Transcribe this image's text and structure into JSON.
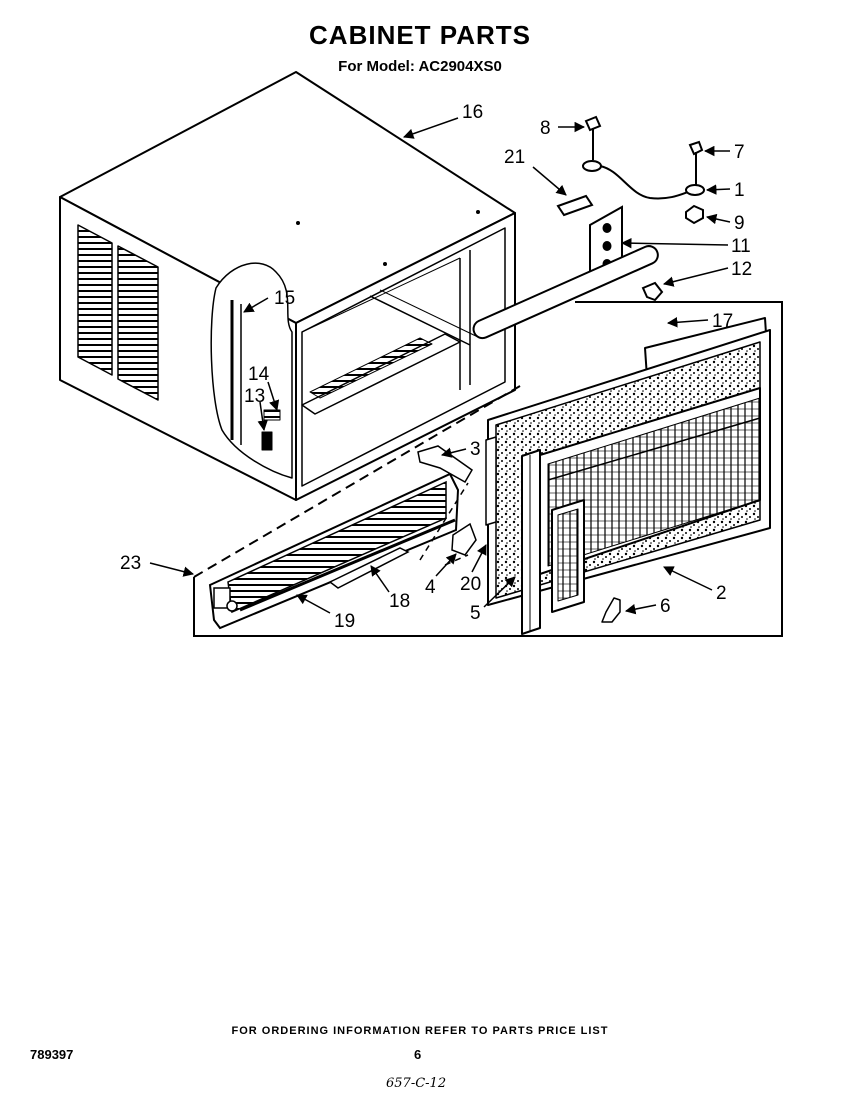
{
  "title": "CABINET PARTS",
  "subtitle": "For Model: AC2904XS0",
  "footer_note": "FOR ORDERING INFORMATION REFER TO PARTS PRICE LIST",
  "doc_number": "789397",
  "page_number": "6",
  "handwritten_code": "657-C-12",
  "callouts": {
    "c1": "1",
    "c2": "2",
    "c3": "3",
    "c4": "4",
    "c5": "5",
    "c6": "6",
    "c7": "7",
    "c8": "8",
    "c9": "9",
    "c11": "11",
    "c12": "12",
    "c13": "13",
    "c14": "14",
    "c15": "15",
    "c16": "16",
    "c17": "17",
    "c18": "18",
    "c19": "19",
    "c20": "20",
    "c21": "21",
    "c23": "23"
  }
}
